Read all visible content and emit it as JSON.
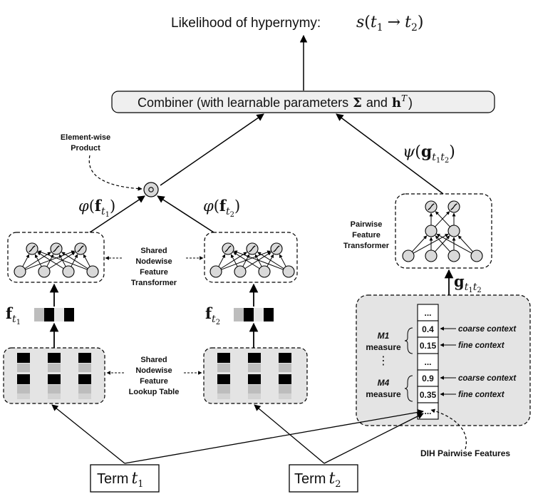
{
  "title": {
    "text": "Likelihood of hypernymy:",
    "formula_s": "s",
    "formula_open": "(",
    "formula_t1": "t",
    "formula_t1_sub": "1",
    "formula_arrow": "→",
    "formula_t2": "t",
    "formula_t2_sub": "2",
    "formula_close": ")"
  },
  "combiner": {
    "text": "Combiner (with learnable parameters",
    "sigma": "Σ",
    "and_text": "and",
    "h": "h",
    "h_sup": "T",
    "close": ")"
  },
  "element_wise": {
    "line1": "Element-wise",
    "line2": "Product",
    "symbol": "⊙"
  },
  "phi_left": {
    "phi": "φ",
    "open": "(",
    "f": "f",
    "sub_t": "t",
    "sub_n": "1",
    "close": ")"
  },
  "phi_right": {
    "phi": "φ",
    "open": "(",
    "f": "f",
    "sub_t": "t",
    "sub_n": "2",
    "close": ")"
  },
  "psi": {
    "psi": "ψ",
    "open": "(",
    "g": "g",
    "sub": "t",
    "sub_n1": "1",
    "sub_t2": "t",
    "sub_n2": "2",
    "close": ")"
  },
  "shared_transformer": {
    "line1": "Shared",
    "line2": "Nodewise",
    "line3": "Feature",
    "line4": "Transformer"
  },
  "shared_lookup": {
    "line1": "Shared",
    "line2": "Nodewise",
    "line3": "Feature",
    "line4": "Lookup Table"
  },
  "pairwise_transformer": {
    "line1": "Pairwise",
    "line2": "Feature",
    "line3": "Transformer"
  },
  "f_left": {
    "f": "f",
    "sub_t": "t",
    "sub_n": "1"
  },
  "f_right": {
    "f": "f",
    "sub_t": "t",
    "sub_n": "2"
  },
  "g_pair": {
    "g": "g",
    "sub_t1": "t",
    "sub_n1": "1",
    "sub_t2": "t",
    "sub_n2": "2"
  },
  "dih": {
    "cells": [
      "...",
      "0.4",
      "0.15",
      "...",
      "0.9",
      "0.35",
      "..."
    ],
    "m1_name": "M1",
    "m1_word": "measure",
    "m4_name": "M4",
    "m4_word": "measure",
    "vdots": "⋮",
    "coarse_1": "coarse context",
    "fine_1": "fine context",
    "coarse_2": "coarse context",
    "fine_2": "fine context",
    "label": "DIH Pairwise Features"
  },
  "term1": {
    "text": "Term",
    "t": "t",
    "n": "1"
  },
  "term2": {
    "text": "Term",
    "t": "t",
    "n": "2"
  },
  "colors": {
    "node_fill": "#d9d9d9",
    "panel_fill": "#e4e4e4",
    "combiner_fill": "#efefef",
    "dark": "#000000"
  }
}
